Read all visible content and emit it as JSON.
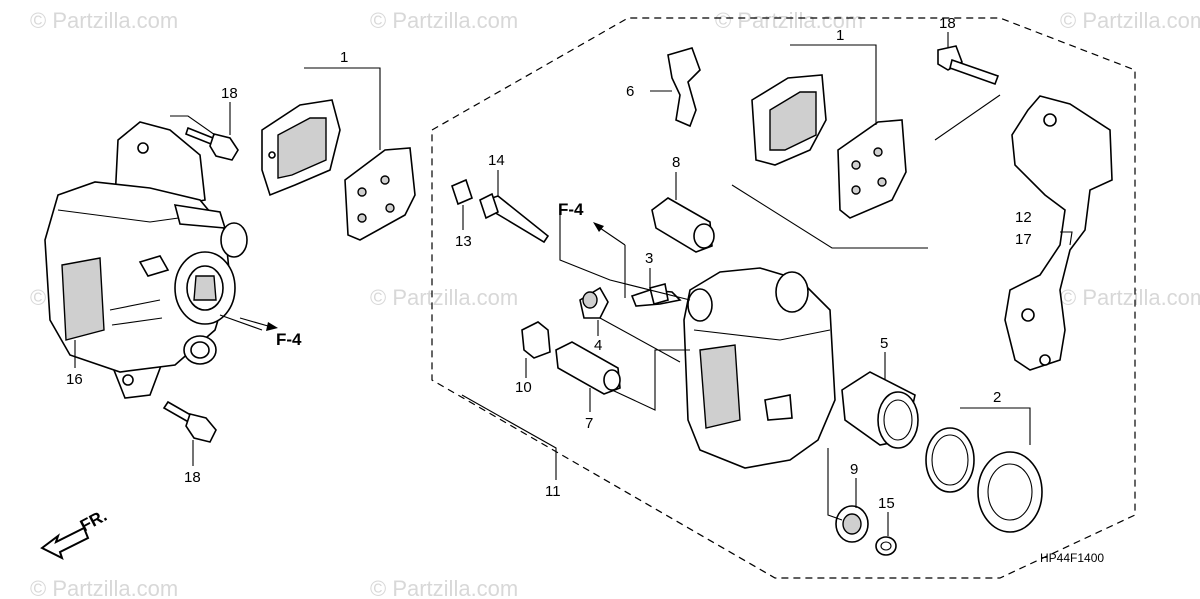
{
  "watermark": {
    "text": "© Partzilla.com"
  },
  "callouts": {
    "c1_left": "1",
    "c1_right": "1",
    "c2": "2",
    "c3": "3",
    "c4": "4",
    "c5": "5",
    "c6": "6",
    "c7": "7",
    "c8": "8",
    "c9": "9",
    "c10": "10",
    "c11": "11",
    "c12": "12",
    "c13": "13",
    "c14": "14",
    "c15": "15",
    "c16": "16",
    "c17": "17",
    "c18_top_left": "18",
    "c18_bottom_left": "18",
    "c18_top_right": "18"
  },
  "refs": {
    "f4_left": "F-4",
    "f4_center": "F-4"
  },
  "direction": {
    "label": "FR."
  },
  "diagram_code": "HP44F1400"
}
